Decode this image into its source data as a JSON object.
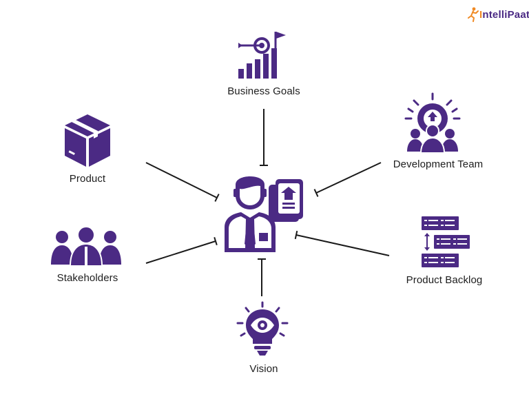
{
  "brand": {
    "name": "ntelliPaat",
    "initial": "I"
  },
  "colors": {
    "accent": "#4b2a84",
    "orange": "#f08a24",
    "line": "#1a1a1a"
  },
  "center": {
    "name": "product-owner",
    "icon": "person-with-document-icon"
  },
  "nodes": [
    {
      "name": "business-goals",
      "label": "Business Goals",
      "icon": "target-growth-icon"
    },
    {
      "name": "development-team",
      "label": "Development Team",
      "icon": "team-gear-icon"
    },
    {
      "name": "product-backlog",
      "label": "Product Backlog",
      "icon": "backlog-list-icon"
    },
    {
      "name": "vision",
      "label": "Vision",
      "icon": "bulb-eye-icon"
    },
    {
      "name": "stakeholders",
      "label": "Stakeholders",
      "icon": "people-group-icon"
    },
    {
      "name": "product",
      "label": "Product",
      "icon": "box-icon"
    }
  ]
}
